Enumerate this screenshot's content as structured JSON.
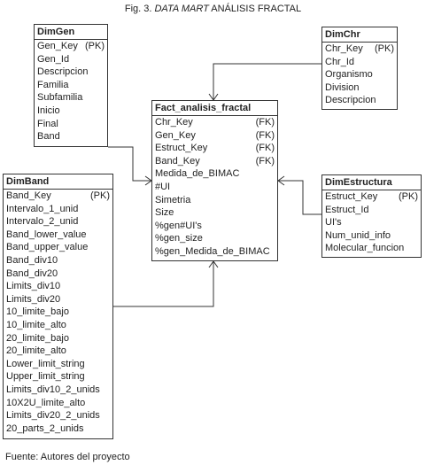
{
  "caption": {
    "prefix": "Fig. 3. ",
    "italic": "DATA MART",
    "suffix": " ANÁLISIS FRACTAL"
  },
  "footer": "Fuente: Autores del proyecto",
  "entities": {
    "dimgen": {
      "title": "DimGen",
      "fields": [
        {
          "name": "Gen_Key",
          "key": "(PK)"
        },
        {
          "name": "Gen_Id",
          "key": ""
        },
        {
          "name": "Descripcion",
          "key": ""
        },
        {
          "name": "Familia",
          "key": ""
        },
        {
          "name": "Subfamilia",
          "key": ""
        },
        {
          "name": "Inicio",
          "key": ""
        },
        {
          "name": "Final",
          "key": ""
        },
        {
          "name": "Band",
          "key": ""
        }
      ]
    },
    "dimchr": {
      "title": "DimChr",
      "fields": [
        {
          "name": "Chr_Key",
          "key": "(PK)"
        },
        {
          "name": "Chr_Id",
          "key": ""
        },
        {
          "name": "Organismo",
          "key": ""
        },
        {
          "name": "Division",
          "key": ""
        },
        {
          "name": "Descripcion",
          "key": ""
        }
      ]
    },
    "fact": {
      "title": "Fact_analisis_fractal",
      "fields": [
        {
          "name": "Chr_Key",
          "key": "(FK)"
        },
        {
          "name": "Gen_Key",
          "key": "(FK)"
        },
        {
          "name": "Estruct_Key",
          "key": "(FK)"
        },
        {
          "name": "Band_Key",
          "key": "(FK)"
        },
        {
          "name": "Medida_de_BIMAC",
          "key": ""
        },
        {
          "name": "#UI",
          "key": ""
        },
        {
          "name": "Simetria",
          "key": ""
        },
        {
          "name": "Size",
          "key": ""
        },
        {
          "name": "%gen#UI's",
          "key": ""
        },
        {
          "name": "%gen_size",
          "key": ""
        },
        {
          "name": "%gen_Medida_de_BIMAC",
          "key": ""
        }
      ]
    },
    "dimband": {
      "title": "DimBand",
      "fields": [
        {
          "name": "Band_Key",
          "key": "(PK)"
        },
        {
          "name": "Intervalo_1_unid",
          "key": ""
        },
        {
          "name": "Intervalo_2_unid",
          "key": ""
        },
        {
          "name": "Band_lower_value",
          "key": ""
        },
        {
          "name": "Band_upper_value",
          "key": ""
        },
        {
          "name": "Band_div10",
          "key": ""
        },
        {
          "name": "Band_div20",
          "key": ""
        },
        {
          "name": "Limits_div10",
          "key": ""
        },
        {
          "name": "Limits_div20",
          "key": ""
        },
        {
          "name": "10_limite_bajo",
          "key": ""
        },
        {
          "name": "10_limite_alto",
          "key": ""
        },
        {
          "name": "20_limite_bajo",
          "key": ""
        },
        {
          "name": "20_limite_alto",
          "key": ""
        },
        {
          "name": "Lower_limit_string",
          "key": ""
        },
        {
          "name": "Upper_limit_string",
          "key": ""
        },
        {
          "name": "Limits_div10_2_unids",
          "key": ""
        },
        {
          "name": "10X2U_limite_alto",
          "key": ""
        },
        {
          "name": "Limits_div20_2_unids",
          "key": ""
        },
        {
          "name": "20_parts_2_unids",
          "key": ""
        }
      ]
    },
    "dimestructura": {
      "title": "DimEstructura",
      "fields": [
        {
          "name": "Estruct_Key",
          "key": "(PK)"
        },
        {
          "name": "Estruct_Id",
          "key": ""
        },
        {
          "name": "UI's",
          "key": ""
        },
        {
          "name": "Num_unid_info",
          "key": ""
        },
        {
          "name": "Molecular_funcion",
          "key": ""
        }
      ]
    }
  }
}
